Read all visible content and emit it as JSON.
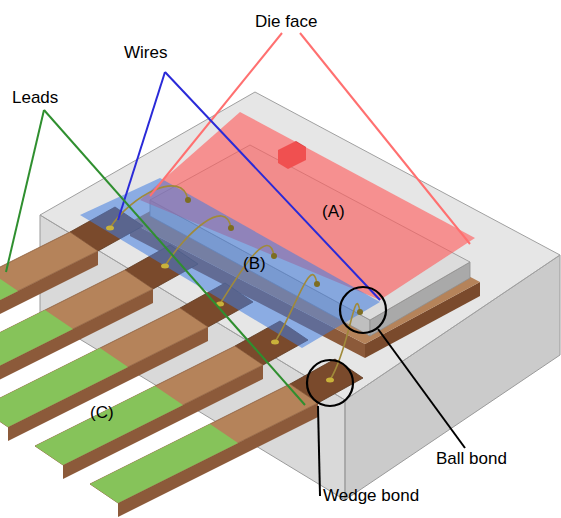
{
  "diagram": {
    "labels": [
      "Die face",
      "Wires",
      "Leads",
      "(A)",
      "(B)",
      "(C)",
      "Ball bond",
      "Wedge bond"
    ]
  }
}
